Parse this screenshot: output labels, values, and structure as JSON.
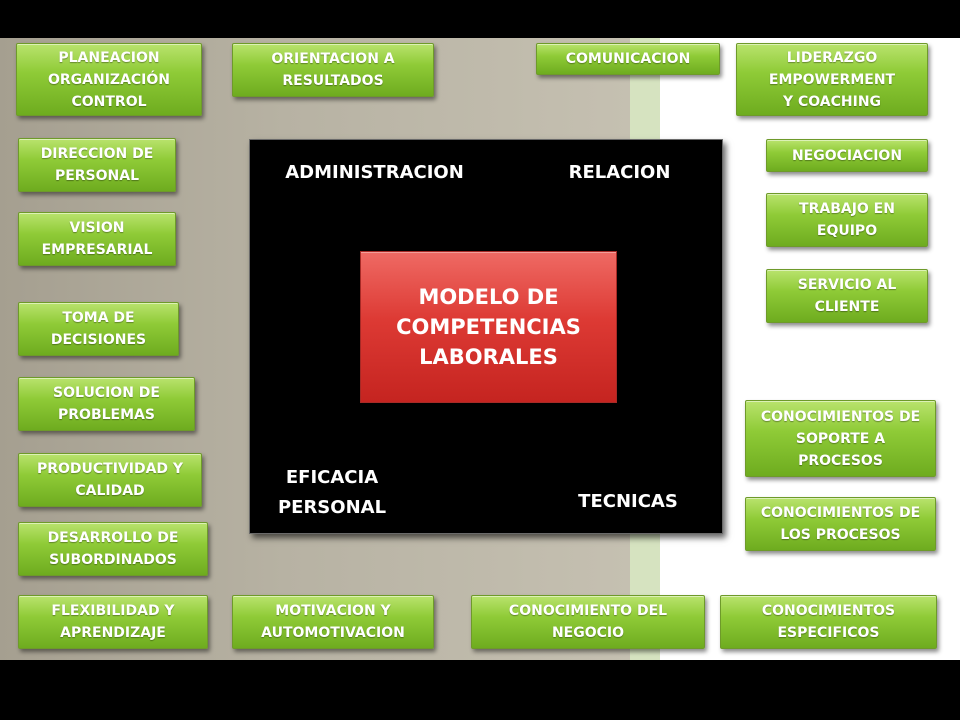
{
  "colors": {
    "green_box": "#8fcb37",
    "red_core": "#dd3a34",
    "panel": "#000000",
    "band": "#d6e3c0"
  },
  "core": {
    "label": "MODELO DE\nCOMPETENCIAS\nLABORALES"
  },
  "quadrants": {
    "administracion": "ADMINISTRACION",
    "relacion": "RELACION",
    "eficacia": "EFICACIA\nPERSONAL",
    "tecnicas": "TECNICAS"
  },
  "competencies": {
    "planeacion": "PLANEACION\nORGANIZACIÓN\nCONTROL",
    "orientacion": "ORIENTACION A\nRESULTADOS",
    "comunicacion": "COMUNICACION",
    "liderazgo": "LIDERAZGO\nEMPOWERMENT\nY COACHING",
    "direccion": "DIRECCION DE\nPERSONAL",
    "negociacion": "NEGOCIACION",
    "vision": "VISION\nEMPRESARIAL",
    "trabajo": "TRABAJO EN\nEQUIPO",
    "servicio": "SERVICIO AL\nCLIENTE",
    "toma": "TOMA DE\nDECISIONES",
    "solucion": "SOLUCION DE\nPROBLEMAS",
    "conoc_soporte": "CONOCIMIENTOS DE\nSOPORTE A\nPROCESOS",
    "productividad": "PRODUCTIVIDAD Y\nCALIDAD",
    "conoc_procesos": "CONOCIMIENTOS DE\nLOS PROCESOS",
    "desarrollo": "DESARROLLO DE\nSUBORDINADOS",
    "flexibilidad": "FLEXIBILIDAD Y\nAPRENDIZAJE",
    "motivacion": "MOTIVACION Y\nAUTOMOTIVACION",
    "conoc_negocio": "CONOCIMIENTO DEL\nNEGOCIO",
    "conoc_especificos": "CONOCIMIENTOS\nESPECIFICOS"
  }
}
